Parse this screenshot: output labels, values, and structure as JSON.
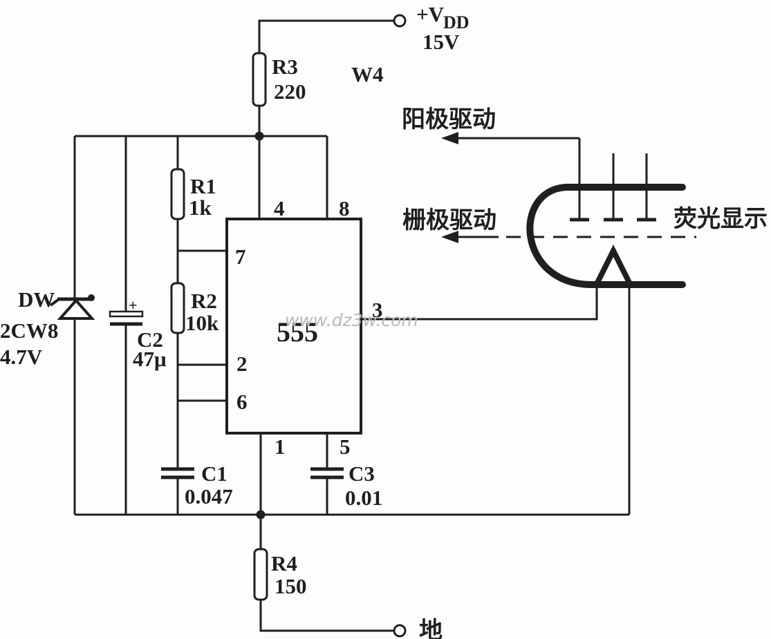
{
  "power": {
    "rail": "+V",
    "rail_sub": "DD",
    "voltage": "15V",
    "module": "W4",
    "ground": "地"
  },
  "components": {
    "r1": {
      "ref": "R1",
      "value": "1k"
    },
    "r2": {
      "ref": "R2",
      "value": "10k"
    },
    "r3": {
      "ref": "R3",
      "value": "220"
    },
    "r4": {
      "ref": "R4",
      "value": "150"
    },
    "c1": {
      "ref": "C1",
      "value": "0.047"
    },
    "c2": {
      "ref": "C2",
      "value": "47μ",
      "polarity": "+"
    },
    "c3": {
      "ref": "C3",
      "value": "0.01"
    },
    "zener": {
      "ref": "DW",
      "model": "2CW8",
      "voltage": "4.7V"
    },
    "ic555": {
      "name": "555",
      "pins": {
        "p1": "1",
        "p2": "2",
        "p3": "3",
        "p4": "4",
        "p5": "5",
        "p6": "6",
        "p7": "7",
        "p8": "8"
      }
    }
  },
  "display": {
    "anode_drive": "阳极驱动",
    "grid_drive": "栅极驱动",
    "name": "荧光显示"
  },
  "watermark": {
    "text": "www.dz3w.com"
  },
  "colors": {
    "ink": "#1f1f1f",
    "background": "#fdfdfd",
    "watermark": "#b9b9b9"
  }
}
